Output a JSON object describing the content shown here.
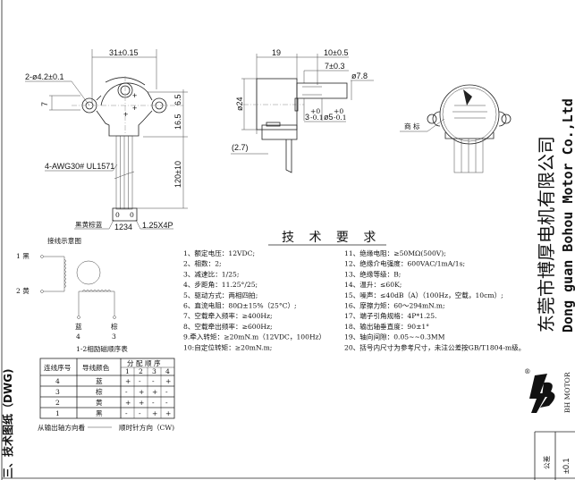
{
  "section_label": "三、技术图纸（DWG)",
  "front_view": {
    "width_dim": "31±0.15",
    "hole_dim": "2-ø4.2±0.1",
    "offset_dim": "7",
    "upper_dim": "6.5",
    "lower_dim": "16.5",
    "wire_length_dim": "120±10",
    "wire_spec": "4-AWG30# UL1571",
    "wire_colors": "黑黄棕蓝",
    "pin_numbers": "1234",
    "connector_spec": "1.25X4P"
  },
  "side_view": {
    "body_depth_dim": "19",
    "shaft_length_dim": "10±0.5",
    "flat_length_dim": "7±0.3",
    "hub_dia_dim": "ø7.8",
    "body_dia_dim": "ø24",
    "flat_dim": "3",
    "flat_tol_upper": "+0",
    "flat_tol_lower": "-0.1",
    "shaft_dia_dim": "ø5",
    "shaft_tol_upper": "+0",
    "shaft_tol_lower": "-0.1",
    "offset_ref_dim": "(2.7)"
  },
  "iso_view": {
    "trademark_label": "商 标"
  },
  "company": {
    "name_cn": "东莞市博厚电机有限公司",
    "name_en": "Dong guan Bohou Motor Co.,Ltd",
    "logo_text": "BH MOTOR",
    "logo_mark": "®"
  },
  "specs": {
    "title": "技 术 要 求",
    "left": [
      "1、额定电压：12VDC;",
      "2、相数：2;",
      "3、减速比：1/25;",
      "4、步距角：11.25°/25;",
      "5、驱动方式：两相四拍;",
      "6、直流电阻：80Ω±15%（25°C）;",
      "7、空载牵入频率：≥400Hz;",
      "8、空载牵出频率：≥600Hz;",
      "9.牵入转矩：≥20mN.m（12VDC，100Hz）",
      "10:自定位转矩：≥20mN.m;"
    ],
    "right": [
      "11、绝缘电阻：≥50MΩ(500V);",
      "12、绝缘介电强度：600VAC/1mA/1s;",
      "13、绝缘等级：B;",
      "14、温升：≤60K;",
      "15、噪声：≤40dB（A）（100Hz，空载，10cm）;",
      "16、摩擦力矩：60～294mN.m;",
      "17、端子引角规格：4P*1.25.",
      "18、输出轴垂直度：90±1°",
      "19、轴向间隙：0.05~~0.3MM",
      "20、括号内尺寸为参考尺寸，未注公差按GB/T1804-m级。"
    ]
  },
  "wiring": {
    "title": "接线示意图",
    "lead1": "1  黑",
    "lead2": "2  黄",
    "lead4_color": "蓝",
    "lead4_num": "4",
    "lead3_color": "棕",
    "lead3_num": "3"
  },
  "sequence_table": {
    "title": "1-2相励磁顺序表",
    "headers": [
      "连线序号",
      "导线颜色",
      "分 配 顺 序"
    ],
    "steps": [
      "1",
      "2",
      "3",
      "4"
    ],
    "rows": [
      {
        "lead": "4",
        "color": "蓝",
        "seq": [
          "+",
          "-",
          "-",
          "+"
        ]
      },
      {
        "lead": "3",
        "color": "棕",
        "seq": [
          "-",
          "+",
          "+",
          "-"
        ]
      },
      {
        "lead": "2",
        "color": "黄",
        "seq": [
          "+",
          "+",
          "-",
          "-"
        ]
      },
      {
        "lead": "1",
        "color": "黑",
        "seq": [
          "-",
          "-",
          "+",
          "+"
        ]
      }
    ],
    "caption_left": "从输出轴方向看",
    "caption_right": "顺时针方向（CW)"
  },
  "title_block": {
    "tolerance_label": "公差",
    "tolerance_value": "±0.1"
  }
}
